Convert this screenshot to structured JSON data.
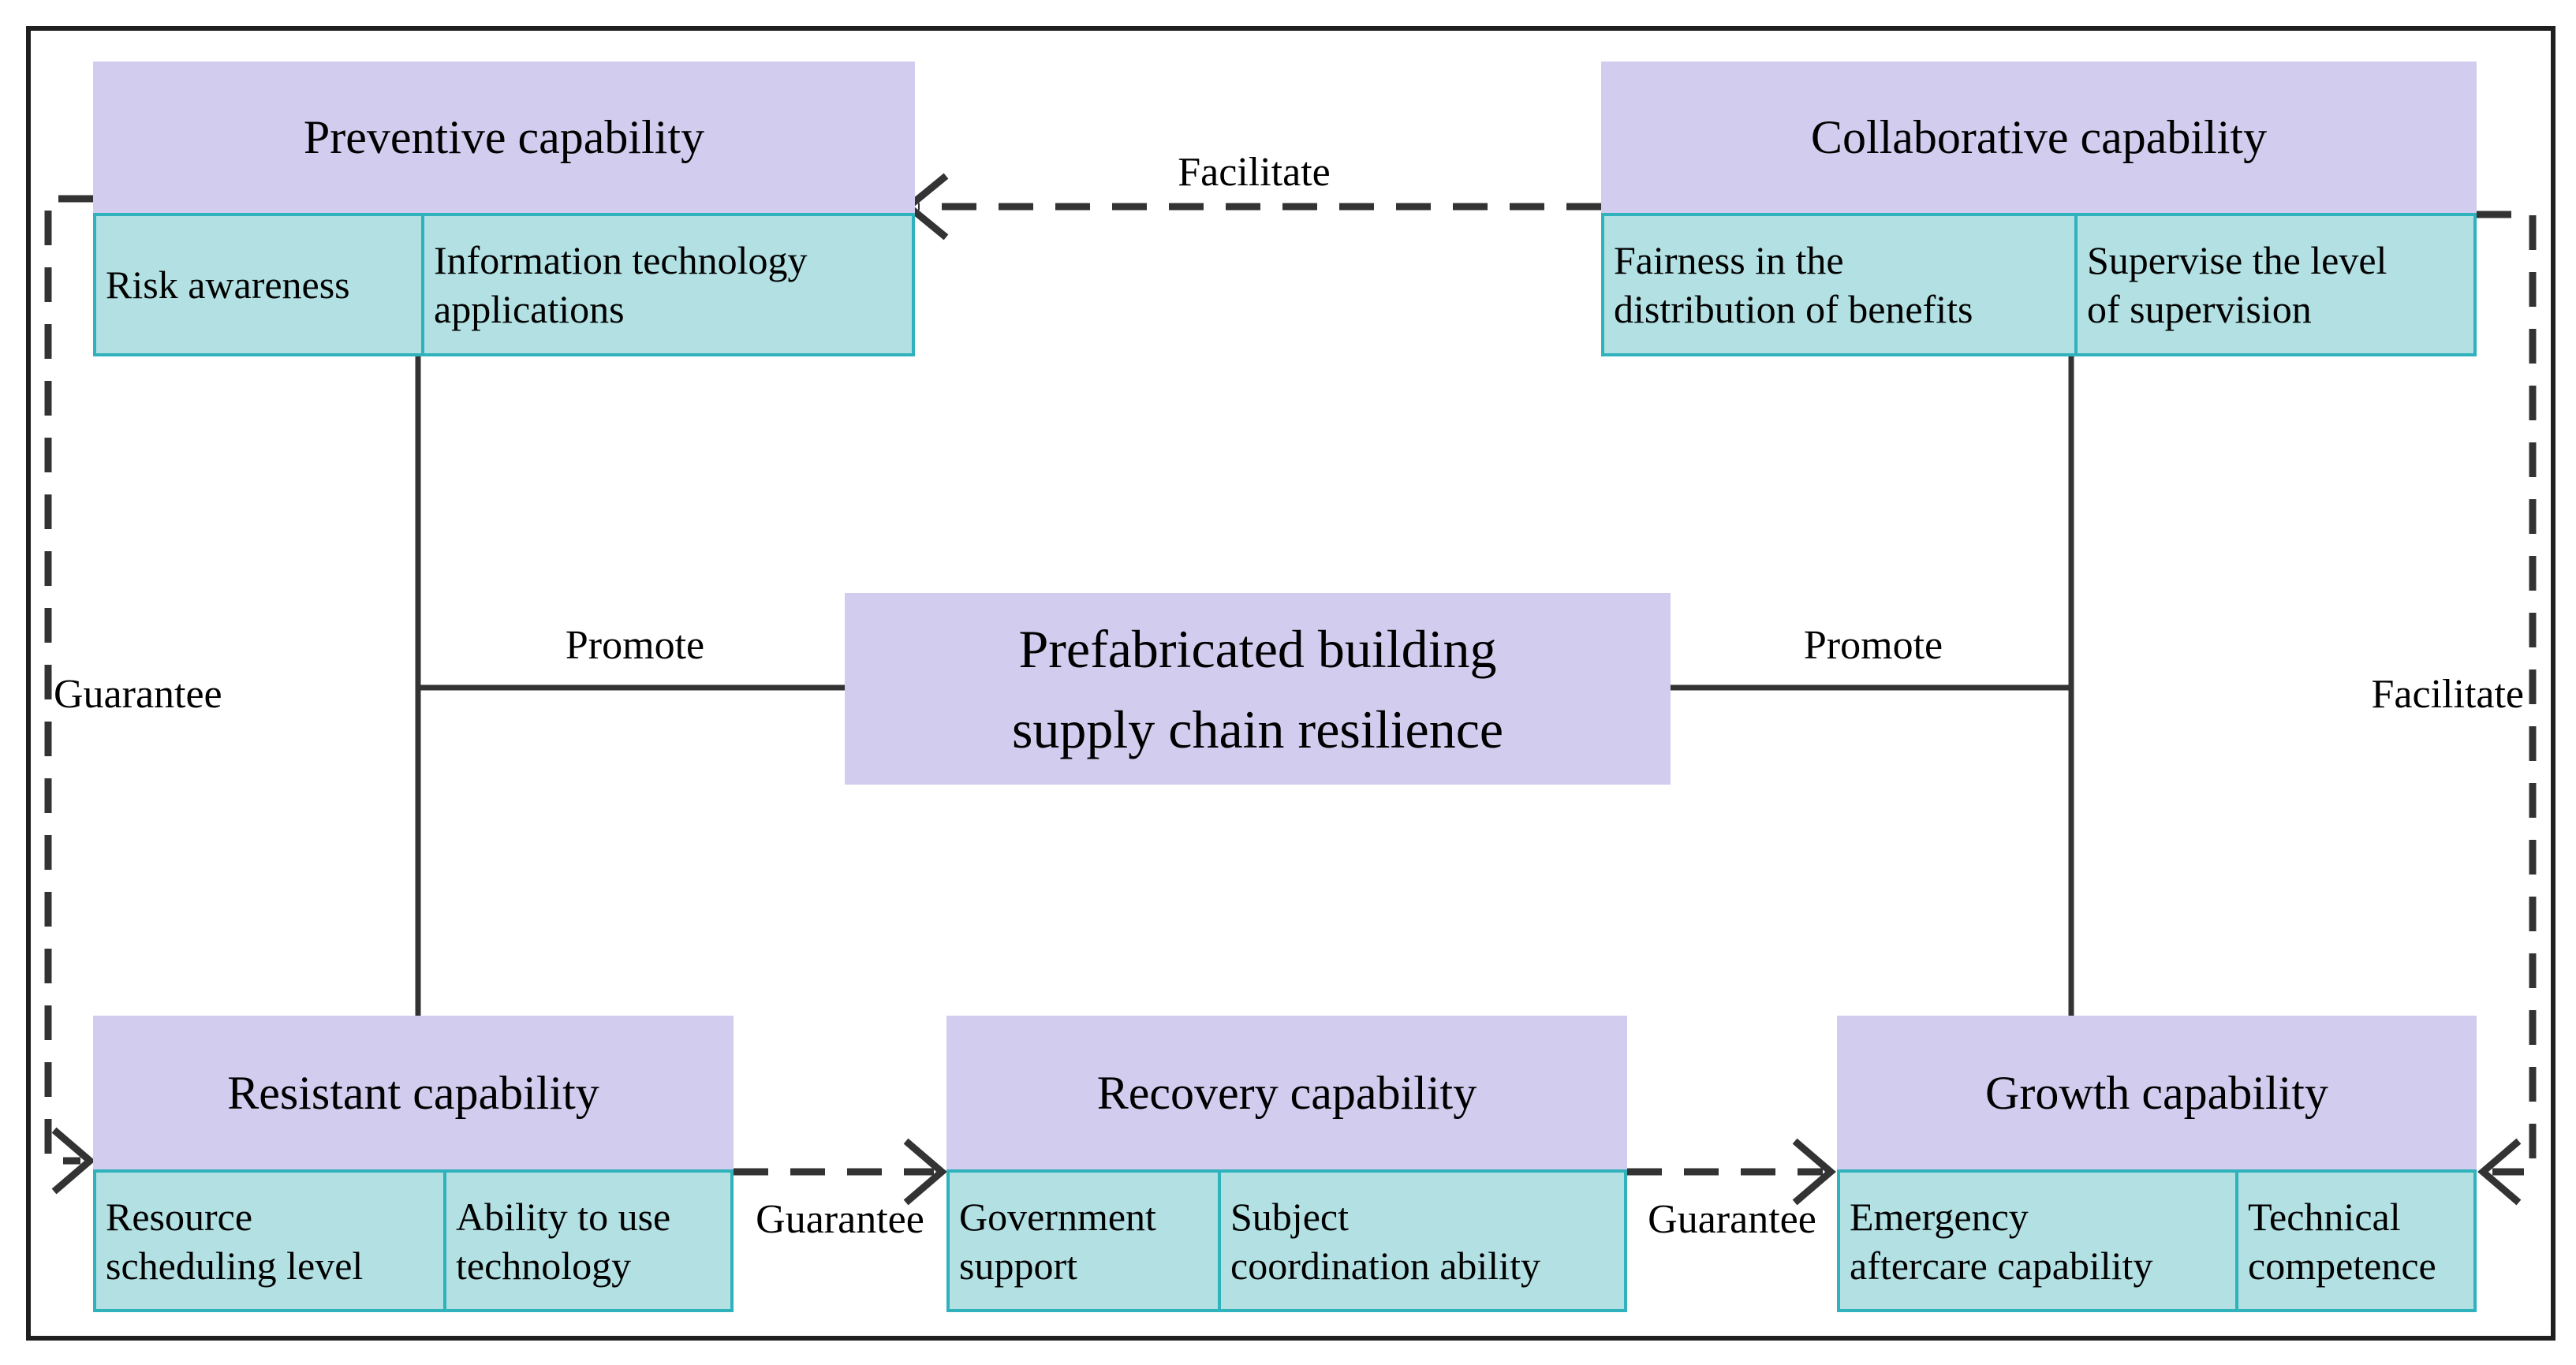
{
  "diagram": {
    "center": {
      "lines": [
        "Prefabricated building",
        "supply chain resilience"
      ]
    },
    "groups": [
      {
        "title": "Preventive capability",
        "indicators": [
          {
            "lines": [
              "Risk awareness"
            ]
          },
          {
            "lines": [
              "Information technology",
              "applications"
            ]
          }
        ]
      },
      {
        "title": "Collaborative capability",
        "indicators": [
          {
            "lines": [
              "Fairness in the",
              "distribution of benefits"
            ]
          },
          {
            "lines": [
              "Supervise the level",
              "of supervision"
            ]
          }
        ]
      },
      {
        "title": "Resistant capability",
        "indicators": [
          {
            "lines": [
              "Resource",
              "scheduling level"
            ]
          },
          {
            "lines": [
              "Ability to use",
              "technology"
            ]
          }
        ]
      },
      {
        "title": "Recovery capability",
        "indicators": [
          {
            "lines": [
              "Government",
              "support"
            ]
          },
          {
            "lines": [
              "Subject",
              "coordination ability"
            ]
          }
        ]
      },
      {
        "title": "Growth capability",
        "indicators": [
          {
            "lines": [
              "Emergency",
              "aftercare capability"
            ]
          },
          {
            "lines": [
              "Technical",
              "competence"
            ]
          }
        ]
      }
    ],
    "edges": [
      {
        "from": "Collaborative capability",
        "to": "Preventive capability",
        "label": "Facilitate",
        "style": "dashed"
      },
      {
        "from": "Preventive capability",
        "to": "Resistant capability",
        "label": "Guarantee",
        "style": "dashed"
      },
      {
        "from": "Resistant capability",
        "to": "Recovery capability",
        "label": "Guarantee",
        "style": "dashed"
      },
      {
        "from": "Recovery capability",
        "to": "Growth capability",
        "label": "Guarantee",
        "style": "dashed"
      },
      {
        "from": "Collaborative capability",
        "to": "Growth capability",
        "label": "Facilitate",
        "style": "dashed"
      },
      {
        "from": "Preventive capability / Resistant capability",
        "to": "Prefabricated building supply chain resilience",
        "label": "Promote",
        "style": "solid"
      },
      {
        "from": "Collaborative capability / Growth capability",
        "to": "Prefabricated building supply chain resilience",
        "label": "Promote",
        "style": "solid"
      }
    ],
    "colors": {
      "header_fill": "#d2ccee",
      "indicator_fill": "#b2e0e3",
      "indicator_border": "#2fb2bc",
      "connector": "#333333",
      "frame": "#1f1f1f",
      "background": "#ffffff",
      "text": "#000000"
    }
  }
}
